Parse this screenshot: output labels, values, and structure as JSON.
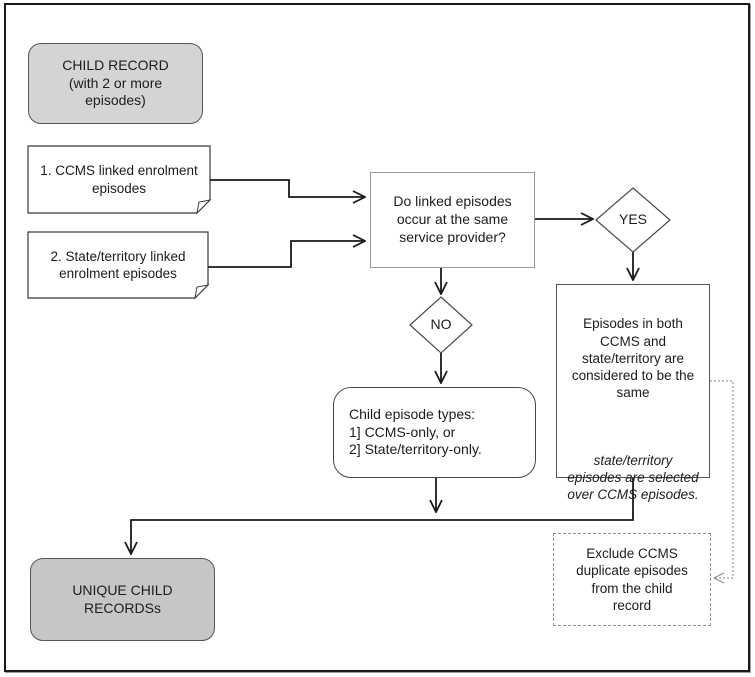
{
  "diagram": {
    "type": "flowchart",
    "nodes": {
      "child_record": "CHILD RECORD\n(with 2 or more\nepisodes)",
      "ccms_episodes": "1. CCMS linked enrolment\nepisodes",
      "state_episodes": "2. State/territory linked\nenrolment episodes",
      "question": "Do linked episodes\noccur at the same\nservice provider?",
      "yes": "YES",
      "no": "NO",
      "episode_types": "Child episode types:\n1] CCMS-only, or\n2] State/territory-only.",
      "episodes_same": "Episodes in both\nCCMS and\nstate/territory are\nconsidered to be the\nsame",
      "episodes_same_note": "state/territory\nepisodes are selected\nover CCMS episodes.",
      "exclude_duplicates": "Exclude CCMS\nduplicate episodes\nfrom the child\nrecord",
      "unique_records": "UNIQUE CHILD\nRECORDSs"
    },
    "colors": {
      "terminator_fill_top": "#d4d4d4",
      "terminator_fill_bottom": "#c6c6c6",
      "connector_line": "#1a1a1a",
      "dotted_connector": "#9e9e9e",
      "box_border": "#555555"
    }
  }
}
